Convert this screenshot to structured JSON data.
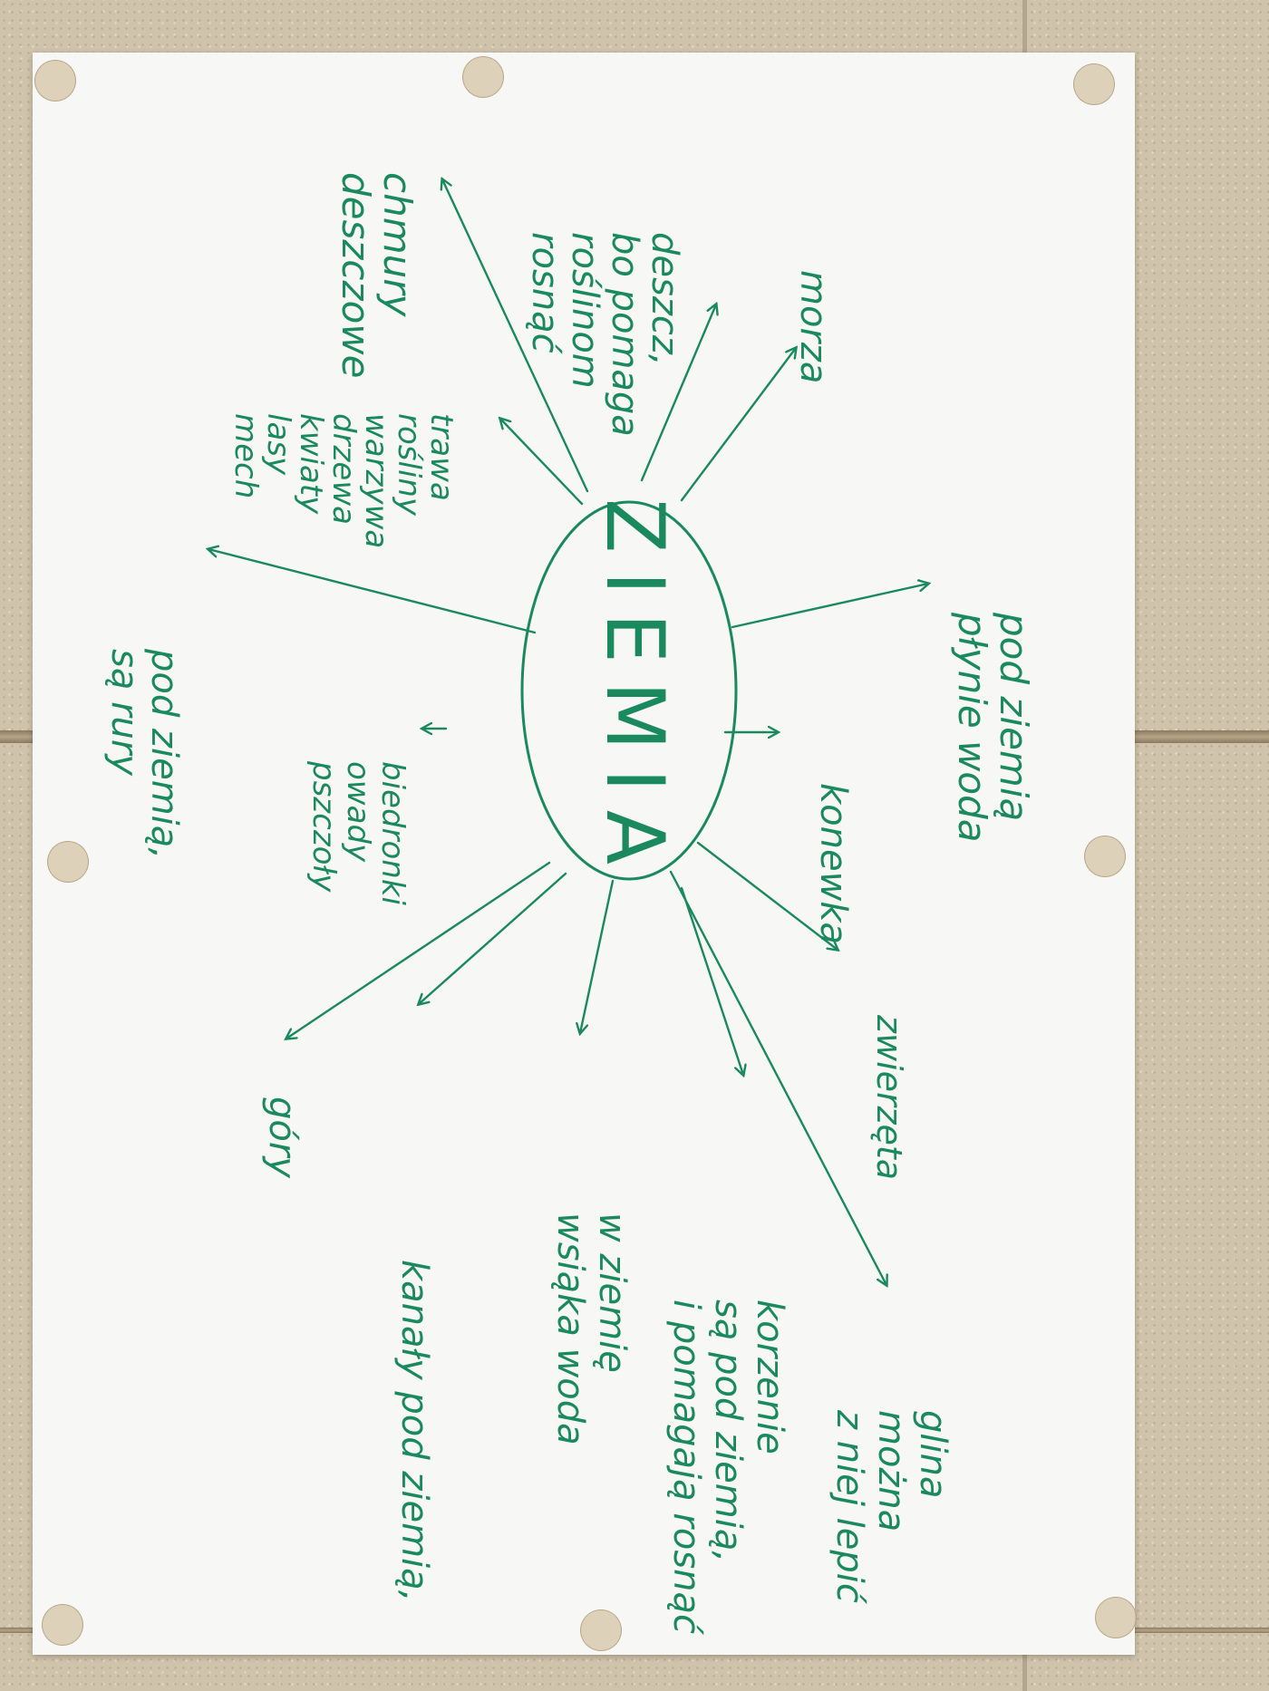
{
  "center": "ZIEMIA",
  "branches": [
    {
      "id": "pod-ziemia-plynie-woda",
      "lines": [
        "pod ziemią",
        "płynie woda"
      ]
    },
    {
      "id": "konewka",
      "lines": [
        "konewka"
      ]
    },
    {
      "id": "zwierzeta",
      "lines": [
        "zwierzęta"
      ]
    },
    {
      "id": "glina",
      "lines": [
        "glina",
        "można",
        "z niej lepić"
      ]
    },
    {
      "id": "korzenie",
      "lines": [
        "korzenie",
        "są pod ziemią,",
        "i pomagają rosnąć"
      ]
    },
    {
      "id": "w-ziemie-wsiaka-woda",
      "lines": [
        "w ziemię",
        "wsiąka woda"
      ]
    },
    {
      "id": "kanaly-pod-ziemia",
      "lines": [
        "kanały pod ziemią,"
      ]
    },
    {
      "id": "gory",
      "lines": [
        "góry"
      ]
    },
    {
      "id": "biedronki",
      "lines": [
        "biedronki",
        "owady",
        "pszczoły"
      ]
    },
    {
      "id": "pod-ziemia-sa-rury",
      "lines": [
        "pod ziemią,",
        "są rury"
      ]
    },
    {
      "id": "trawa-rosliny",
      "lines": [
        "trawa",
        "rośliny",
        "warzywa",
        "drzewa",
        "kwiaty",
        "lasy",
        "mech"
      ]
    },
    {
      "id": "chmury-deszczowe",
      "lines": [
        "chmury",
        "deszczowe"
      ]
    },
    {
      "id": "deszcz",
      "lines": [
        "deszcz,",
        "bo pomaga",
        "roślinom",
        "rosnąć"
      ]
    },
    {
      "id": "morza",
      "lines": [
        "morza"
      ]
    }
  ],
  "colors": {
    "ink": "#1a8a5e",
    "paper": "#f7f7f5"
  }
}
